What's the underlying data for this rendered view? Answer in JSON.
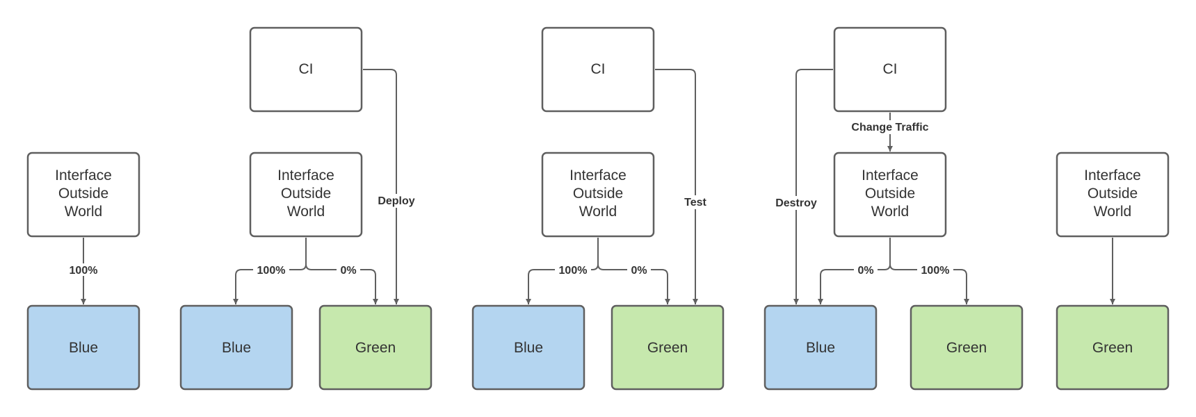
{
  "nodes": {
    "ci": "CI",
    "interface": [
      "Interface",
      "Outside",
      "World"
    ],
    "blue": "Blue",
    "green": "Green"
  },
  "labels": {
    "p100": "100%",
    "p0": "0%",
    "deploy": "Deploy",
    "test": "Test",
    "destroy": "Destroy",
    "change_traffic": "Change Traffic"
  },
  "colors": {
    "blue_fill": "#b4d5f0",
    "green_fill": "#c6e8ad",
    "stroke": "#5f5f5f",
    "text": "#333333"
  }
}
